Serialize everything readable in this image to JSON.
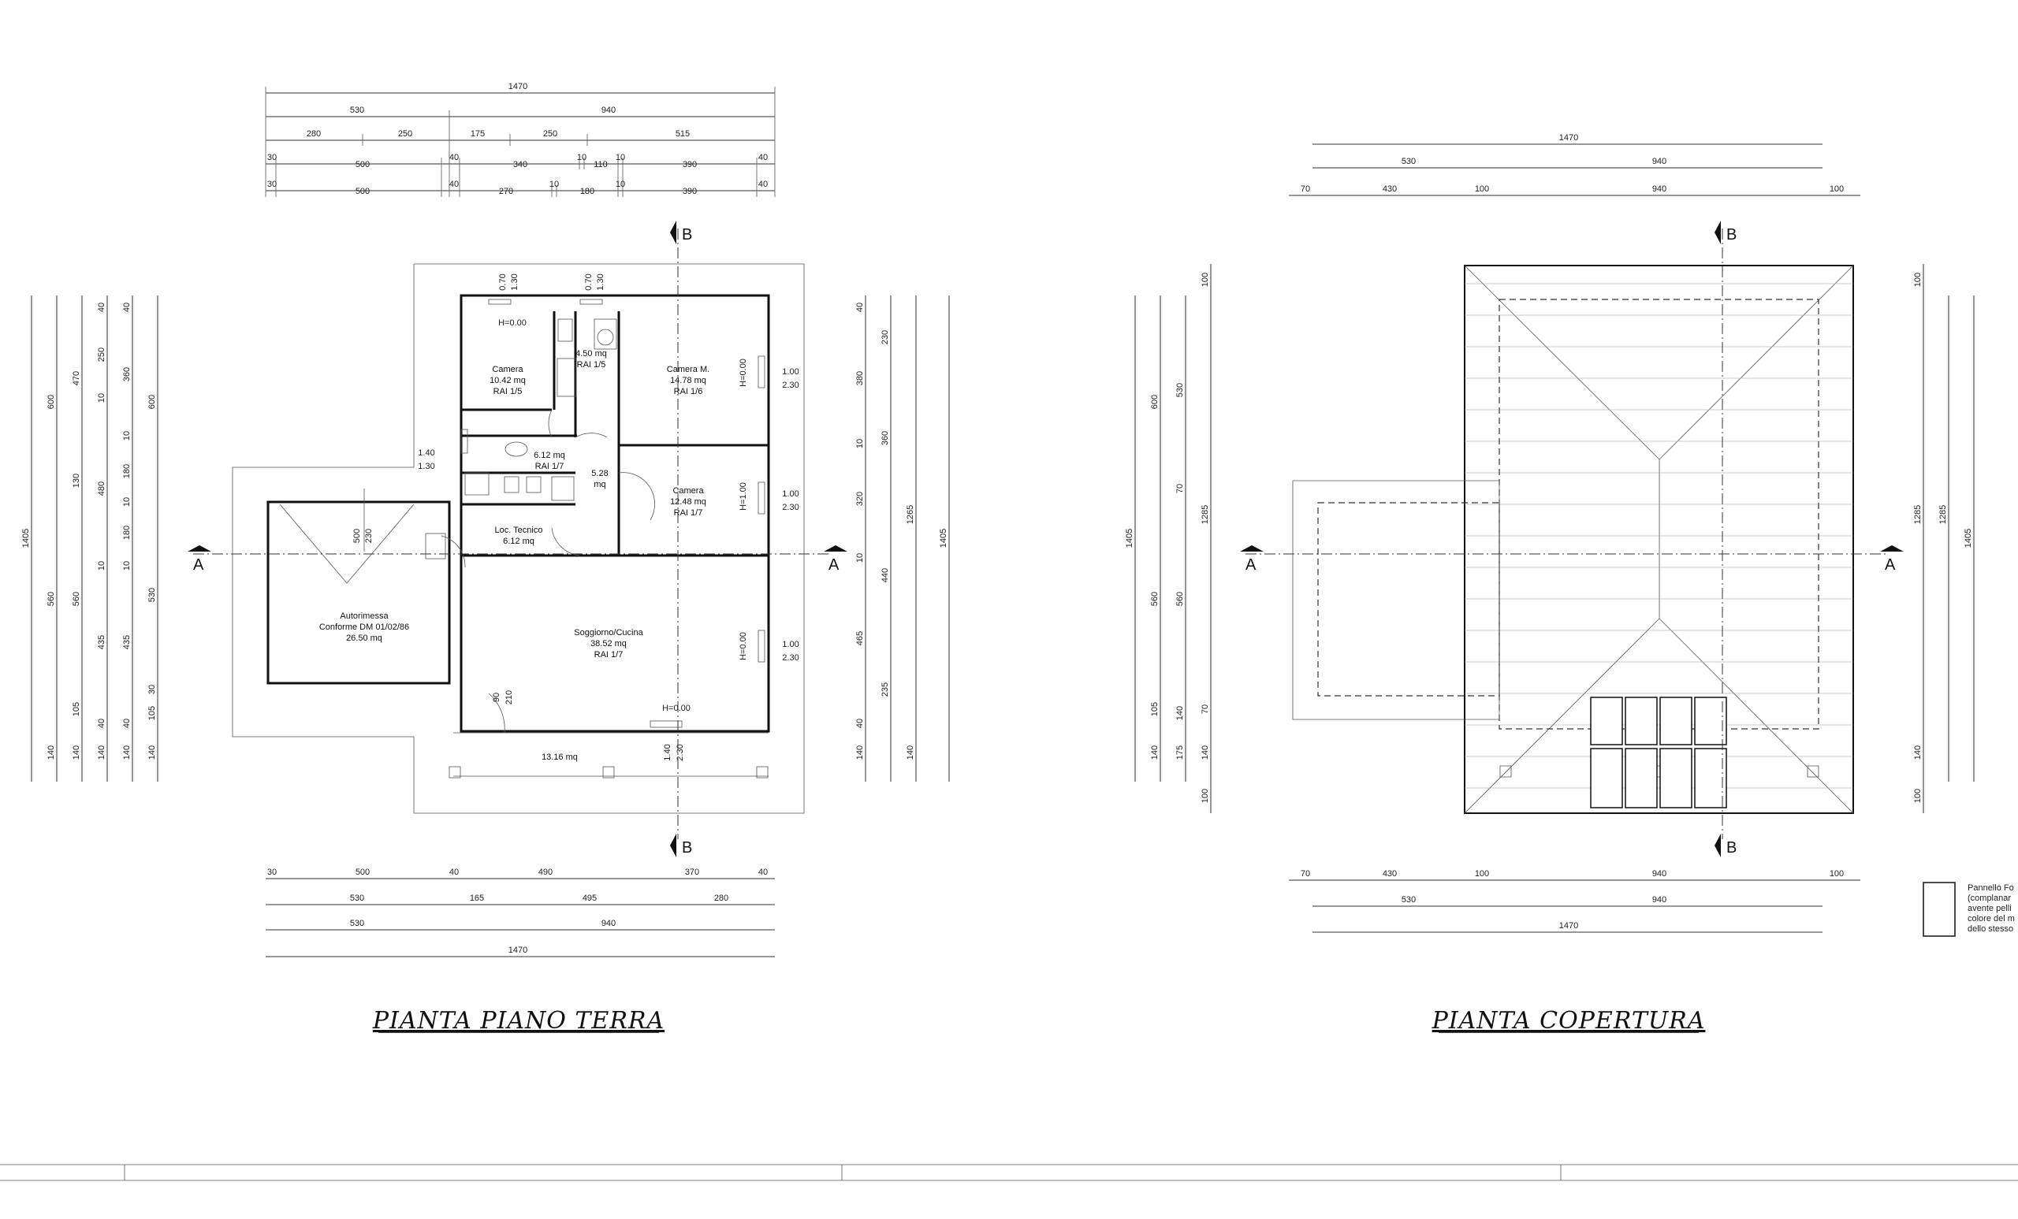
{
  "plans": {
    "ground": {
      "title": "PIANTA PIANO TERRA",
      "dims_top_row1": [
        "1470"
      ],
      "dims_top_row2": [
        "530",
        "940"
      ],
      "dims_top_row3": [
        "280",
        "250",
        "175",
        "250",
        "515"
      ],
      "dims_top_row4": [
        "30",
        "500",
        "40",
        "340",
        "10",
        "110",
        "10",
        "390",
        "40"
      ],
      "dims_top_row5": [
        "30",
        "500",
        "40",
        "270",
        "10",
        "180",
        "10",
        "390",
        "40"
      ],
      "dims_bottom_row1": [
        "30",
        "500",
        "40",
        "490",
        "370",
        "40"
      ],
      "dims_bottom_row2": [
        "530",
        "165",
        "495",
        "280"
      ],
      "dims_bottom_row3": [
        "530",
        "940"
      ],
      "dims_bottom_row4": [
        "1470"
      ],
      "dims_left": [
        "1405",
        "600",
        "560",
        "140",
        "470",
        "130",
        "560",
        "105",
        "140",
        "40",
        "250",
        "10",
        "480",
        "10",
        "435",
        "40",
        "140",
        "40",
        "360",
        "10",
        "180",
        "10",
        "180",
        "10",
        "435",
        "40",
        "140",
        "600",
        "530",
        "30",
        "105",
        "140"
      ],
      "dims_right": [
        "40",
        "230",
        "380",
        "10",
        "360",
        "320",
        "10",
        "440",
        "465",
        "235",
        "40",
        "140",
        "1265",
        "140",
        "1405"
      ],
      "rooms": [
        {
          "name": "Camera",
          "area": "10.42 mq",
          "rai": "RAI 1/5"
        },
        {
          "name": "Camera M.",
          "area": "14.78 mq",
          "rai": "RAI 1/6"
        },
        {
          "name": "",
          "area": "4.50 mq",
          "rai": "RAI 1/5"
        },
        {
          "name": "",
          "area": "6.12 mq",
          "rai": "RAI 1/7"
        },
        {
          "name": "",
          "area": "5.28",
          "rai": "mq"
        },
        {
          "name": "Camera",
          "area": "12.48 mq",
          "rai": "RAI 1/7"
        },
        {
          "name": "Loc. Tecnico",
          "area": "6.12 mq",
          "rai": ""
        },
        {
          "name": "Soggiorno/Cucina",
          "area": "38.52 mq",
          "rai": "RAI 1/7"
        },
        {
          "name": "Autorimessa",
          "area": "Conforme DM 01/02/86",
          "rai": "26.50 mq"
        }
      ],
      "porch_area": "13.16 mq",
      "window_labels": [
        "1.00",
        "2.30",
        "0.70",
        "1.30",
        "1.00",
        "2.30",
        "1.40",
        "1.30",
        "1.00",
        "2.30",
        "0.70",
        "1.30",
        "1.40",
        "2.30",
        "90",
        "210",
        "500",
        "230"
      ],
      "heights": [
        "H=0.00",
        "H=0.00",
        "H=1.00",
        "H=0.00",
        "H=0.00"
      ]
    },
    "roof": {
      "title": "PIANTA COPERTURA",
      "dims_top_row1": [
        "1470"
      ],
      "dims_top_row2": [
        "530",
        "940"
      ],
      "dims_top_row3": [
        "70",
        "430",
        "100",
        "940",
        "100"
      ],
      "dims_bottom_row1": [
        "70",
        "430",
        "100",
        "940",
        "100"
      ],
      "dims_bottom_row2": [
        "530",
        "940"
      ],
      "dims_bottom_row3": [
        "1470"
      ],
      "dims_left": [
        "1405",
        "600",
        "560",
        "140",
        "100",
        "530",
        "70",
        "560",
        "175",
        "140",
        "1285",
        "105",
        "140",
        "70",
        "100"
      ],
      "dims_right": [
        "100",
        "1285",
        "140",
        "1285",
        "1405",
        "100"
      ],
      "legend_lines": [
        "Pannello Fo",
        "(complanar",
        "avente pelli",
        "colore del m",
        "dello stesso"
      ]
    }
  },
  "section_markers": {
    "a": "A",
    "b": "B"
  },
  "colors": {
    "line": "#333333",
    "wall": "#111111",
    "background": "#ffffff"
  }
}
